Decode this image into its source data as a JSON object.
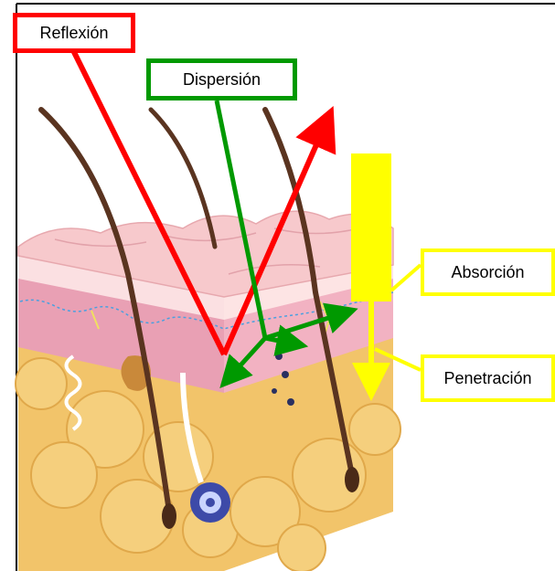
{
  "labels": {
    "reflexion": "Reflexión",
    "dispersion": "Dispersión",
    "absorcion": "Absorción",
    "penetracion": "Penetración"
  },
  "colors": {
    "reflexion": "#ff0000",
    "dispersion": "#009900",
    "absorcion": "#ffff00",
    "penetracion": "#ffff00",
    "epidermis": "#f7c9cc",
    "dermis": "#e9a0b4",
    "fat": "#f2c46a",
    "hair": "#5a3420"
  },
  "icons": [
    "skin-cross-section-illustration",
    "hair-strand-icon",
    "arrow-icon"
  ]
}
